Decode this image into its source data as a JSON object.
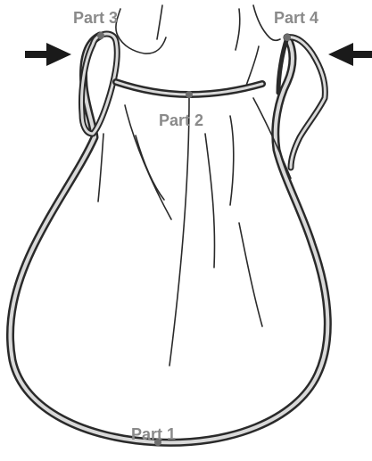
{
  "labels": {
    "part1": "Part 1",
    "part2": "Part 2",
    "part3": "Part 3",
    "part4": "Part 4"
  },
  "icons": {
    "left_arrow": "arrow-right-icon",
    "right_arrow": "arrow-left-icon"
  },
  "colors": {
    "label": "#8a8a8a",
    "outline": "#2a2a2a",
    "rim_fill": "#d9d9d9",
    "marker_dot": "#6e6e6e",
    "arrow": "#1a1a1a",
    "background": "#ffffff"
  }
}
